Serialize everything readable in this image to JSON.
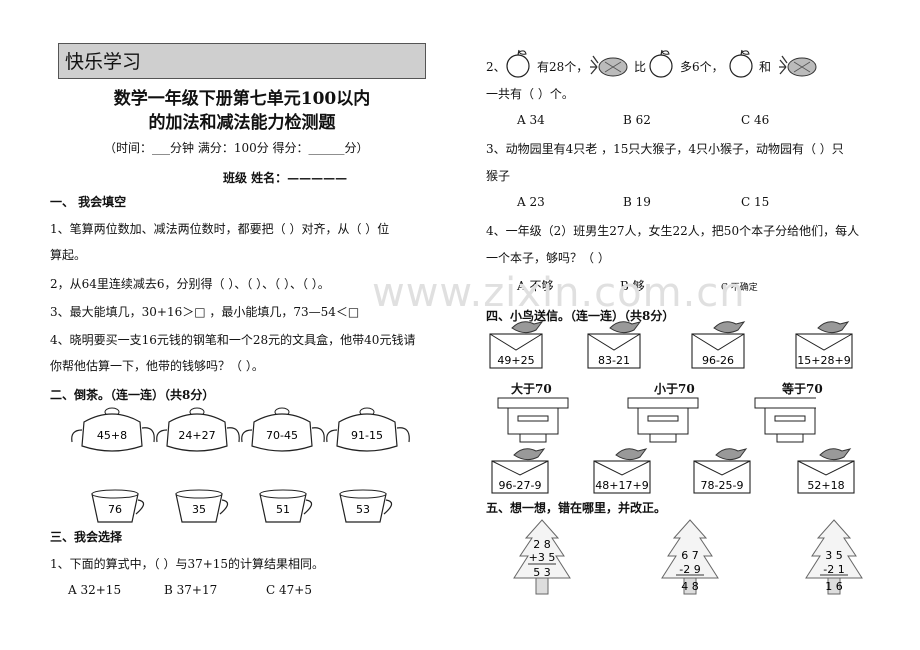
{
  "header_box": "快乐学习",
  "title_line1": "数学一年级下册第七单元100以内",
  "title_line2": "的加法和减法能力检测题",
  "exam_info": "（时间：___分钟    满分：100分    得分：______分）",
  "class_name": "班级      姓名：—————",
  "sec1": {
    "heading": "一、  我会填空",
    "q1a": "1、笔算两位数加、减法两位数时，都要把（     ）对齐，从（     ）位",
    "q1b": "算起。",
    "q2": "2，从64里连续减去6，分别得（    ）、（    ）、（    ）、（    ）。",
    "q3": "3、最大能填几，30+16＞□  ，最小能填几，73—54＜□",
    "q4a": "4、晓明要买一支16元钱的钢笔和一个28元的文具盒，他带40元钱请",
    "q4b": "你帮他估算一下，他带的钱够吗？（      ）。"
  },
  "sec2": {
    "heading": "二、倒茶。（连一连）（共8分）",
    "teapots": [
      "45+8",
      "24+27",
      "70-45",
      "91-15"
    ],
    "cups": [
      "76",
      "35",
      "51",
      "53"
    ]
  },
  "sec3": {
    "heading": "三、我会选择",
    "q1": "1、下面的算式中，（      ）与37+15的计算结果相同。",
    "q1_options": [
      "A   32+15",
      "B   37+17",
      "C   47+5"
    ],
    "q2a_parts": [
      "2、",
      "有28个，",
      "比",
      "多6个，",
      "和"
    ],
    "q2b": "一共有（     ）个。",
    "q2_options": [
      "A   34",
      "B   62",
      "C   46"
    ],
    "q3a": "3、动物园里有4只老 ，15只大猴子，4只小猴子，动物园有（      ）只",
    "q3b": "猴子",
    "q3_options": [
      "A   23",
      "B 19",
      "C   15"
    ],
    "q4a": "4、一年级（2）班男生27人，女生22人，把50个本子分给他们，每人",
    "q4b": "一个本子，够吗？（      ）",
    "q4_options": [
      "A   不够",
      "B  够",
      "C   不确定"
    ]
  },
  "sec4": {
    "heading": "四、小鸟送信。（连一连）（共8分）",
    "top_letters": [
      "49+25",
      "83-21",
      "96-26",
      "15+28+9"
    ],
    "mailbox_labels": [
      "大于70",
      "小于70",
      "等于70"
    ],
    "bottom_letters": [
      "96-27-9",
      "48+17+9",
      "78-25-9",
      "52+18"
    ]
  },
  "sec5": {
    "heading": "五、想一想，错在哪里，并改正。",
    "trees": [
      {
        "top": "2 8",
        "mid": "+3 5",
        "bot": "5 3"
      },
      {
        "top": "6 7",
        "mid": "-2 9",
        "bot": "4 8"
      },
      {
        "top": "3 5",
        "mid": "-2 1",
        "bot": "1 6"
      }
    ]
  },
  "watermark": "www.zixin.com.cn"
}
